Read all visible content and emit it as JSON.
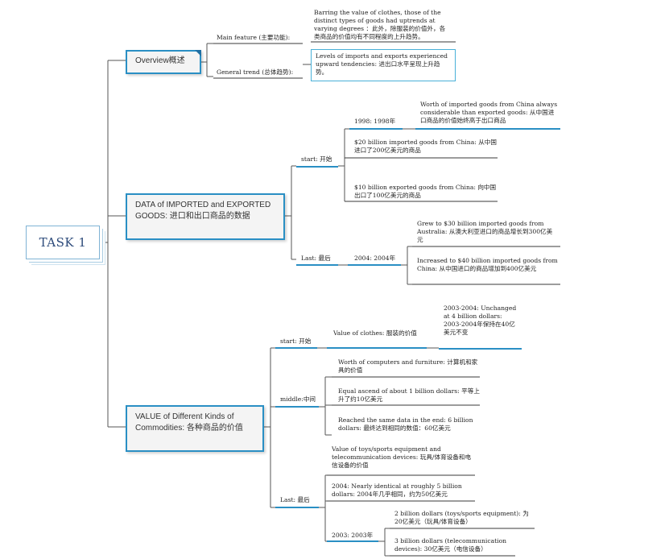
{
  "root": "TASK 1",
  "overview": {
    "title": "Overview概述",
    "main_feature_label": "Main feature (主要功能):",
    "main_feature_text": "Barring the value of clothes, those of the distinct types of goods had uptrends at varying degrees ：此外，除服装的价值外，各类商品的价值均有不同程度的上升趋势。",
    "general_trend_label": "General trend (总体趋势):",
    "general_trend_text": "Levels of imports and exports experienced upward tendencies: 进出口水平呈现上升趋势。"
  },
  "data": {
    "title": "DATA of IMPORTED and EXPORTED GOODS: 进口和出口商品的数据",
    "start_label": "start: 开始",
    "year_1998": "1998: 1998年",
    "china_note": "Worth of imported goods from China always considerable than exported goods: 从中国进口商品的价值始终高于出口商品",
    "import_20": "$20 billion imported goods from China: 从中国进口了200亿美元的商品",
    "export_10": "$10 billion exported goods from China: 向中国出口了100亿美元的商品",
    "last_label": "Last: 最后",
    "year_2004": "2004: 2004年",
    "grew_30": "Grew to $30 billion imported goods from Australia: 从澳大利亚进口的商品增长到300亿美元",
    "increased_40": "Increased to $40 billion imported goods from China: 从中国进口的商品增加到400亿美元"
  },
  "value": {
    "title": "VALUE of Different Kinds of Commodities: 各种商品的价值",
    "start_label": "start: 开始",
    "clothes": "Value of clothes: 服装的价值",
    "clothes_note": "2003-2004: Unchanged at 4 billion dollars: 2003-2004年保持在40亿美元不变",
    "middle_label": "middle:中间",
    "computers": "Worth of computers and furniture: 计算机和家具的价值",
    "equal_ascend": "Equal ascend of about 1 billion dollars: 平等上升了约10亿美元",
    "reached_6": "Reached the same data in the end: 6 billion dollars: 最终达到相同的数值：60亿美元",
    "last_label": "Last: 最后",
    "toys": "Value of toys/sports equipment and telecommunication devices: 玩具/体育设备和电信设备的价值",
    "nearly_5": "2004: Nearly identical at roughly 5 billion dollars: 2004年几乎相同，约为50亿美元",
    "year_2003": "2003: 2003年",
    "two_billion": "2 billion dollars (toys/sports equipment): 为20亿美元（玩具/体育设备）",
    "three_billion": "3 billion dollars (telecommunication devices): 30亿美元（电信设备）"
  },
  "colors": {
    "accent": "#2a8fc4",
    "line": "#555555",
    "box_bg": "#f4f4f4"
  }
}
